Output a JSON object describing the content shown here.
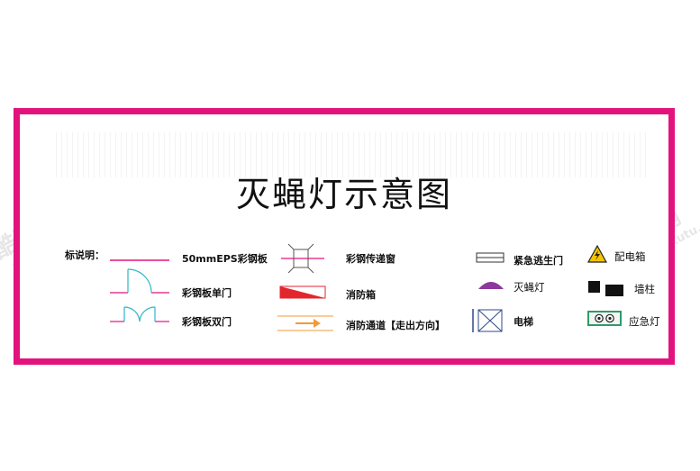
{
  "title": "灭蝇灯示意图",
  "legend_label": "标说明：",
  "legend": {
    "eps_panel": "50mmEPS彩钢板",
    "single_door": "彩钢板单门",
    "double_door": "彩钢板双门",
    "pass_window": "彩钢传递窗",
    "fire_box": "消防箱",
    "fire_exit": "消防通道【走出方向】",
    "emergency_door": "紧急逃生门",
    "fly_lamp": "灭蝇灯",
    "elevator": "电梯",
    "distribution_box": "配电箱",
    "wall_column": "墙柱",
    "emergency_light": "应急灯"
  },
  "watermark": {
    "brand": "酷图网",
    "url": "www.ikutu.com"
  },
  "colors": {
    "frame": "#e3137d",
    "panel_line": "#e3137d",
    "door": "#2ab7c9",
    "fire_red": "#e3262d",
    "arrow": "#f39a3b",
    "lamp": "#8b3a9c",
    "column": "#111111",
    "light_green": "#2d9b6a"
  }
}
